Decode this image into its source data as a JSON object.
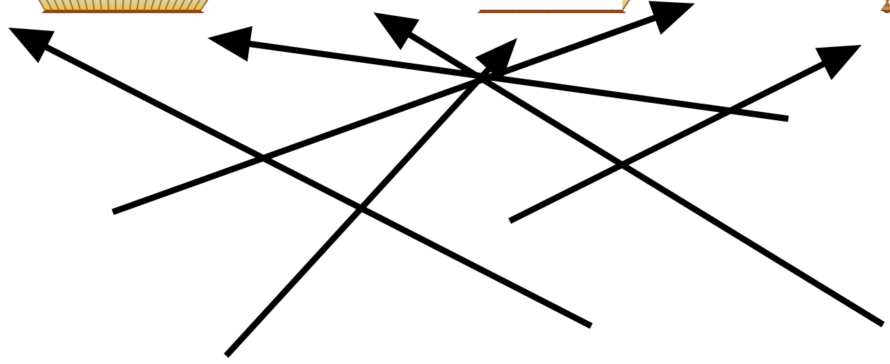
{
  "diagram": {
    "background_color": "#ffffff",
    "arrow_color": "#000000",
    "icons": [
      {
        "name": "building-icon",
        "kind": "cage-building"
      },
      {
        "name": "building-icon",
        "kind": "cage-building"
      },
      {
        "name": "building-icon",
        "kind": "cage-building"
      }
    ],
    "building_colors": {
      "frame": "#8b4a1e",
      "top": "#e8d9b0",
      "floor_blue": "#7a9fd4",
      "floor_yellow": "#f2c23a",
      "bars": "#a86a3a"
    },
    "arrow_count": 6
  }
}
